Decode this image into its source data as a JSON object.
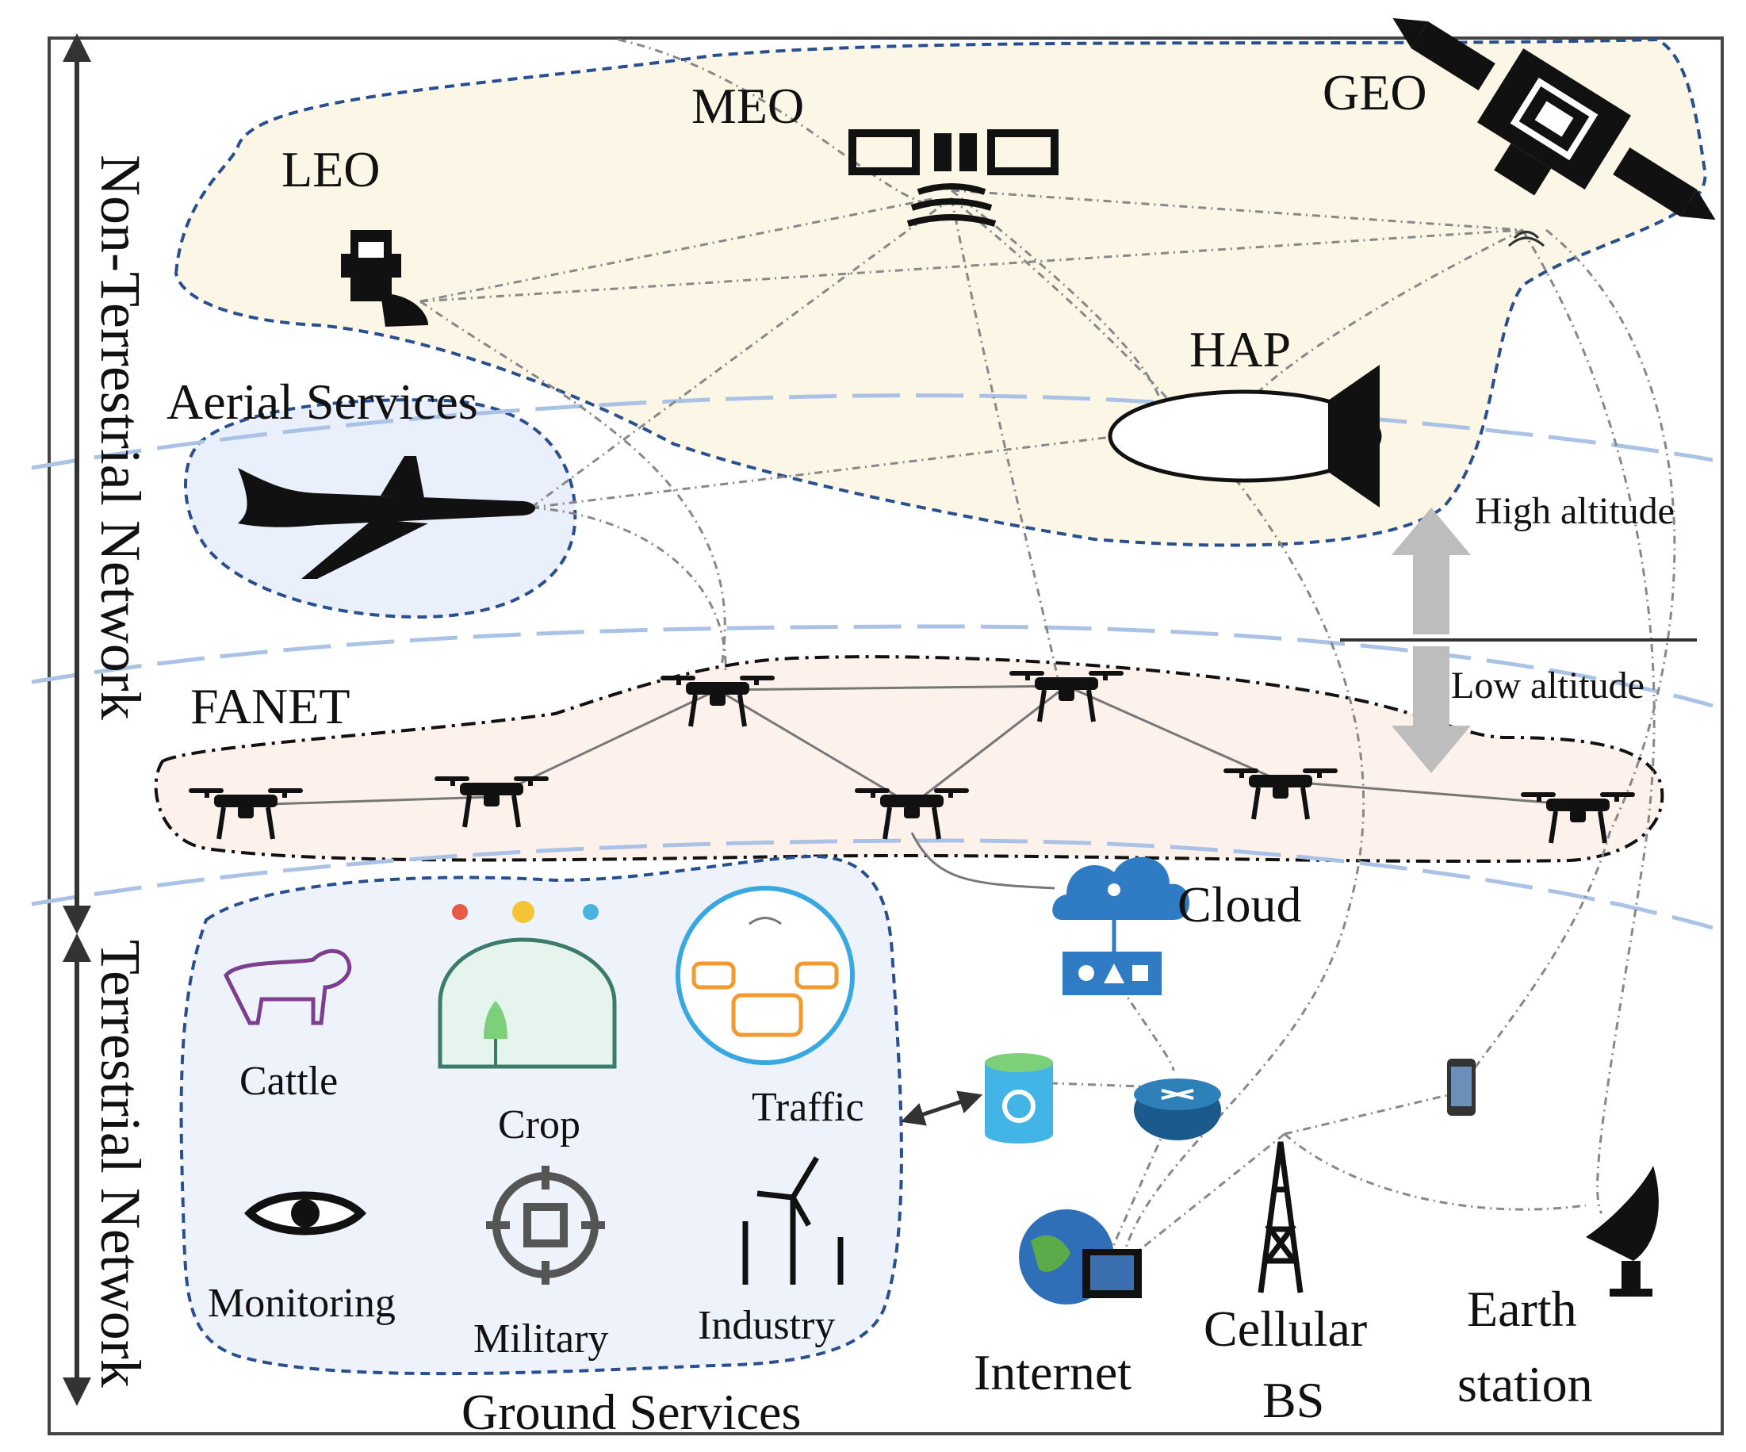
{
  "side_labels": {
    "non_terrestrial": "Non-Terrestrial Network",
    "terrestrial": "Terrestrial Network"
  },
  "space": {
    "leo": "LEO",
    "meo": "MEO",
    "geo": "GEO",
    "hap": "HAP"
  },
  "aerial": {
    "title": "Aerial Services"
  },
  "fanet": {
    "title": "FANET"
  },
  "altitude": {
    "high": "High altitude",
    "low": "Low  altitude"
  },
  "ground_services": {
    "title": "Ground Services",
    "items": {
      "cattle": "Cattle",
      "crop": "Crop",
      "traffic": "Traffic",
      "monitoring": "Monitoring",
      "military": "Military",
      "industry": "Industry"
    }
  },
  "infrastructure": {
    "cloud": "Cloud",
    "internet": "Internet",
    "cellular_line1": "Cellular",
    "cellular_line2": "BS",
    "earth_line1": "Earth",
    "earth_line2": "station"
  },
  "colors": {
    "space_region": "#fbf6e6",
    "aerial_region": "#eaf0fb",
    "fanet_region": "#fdf1ec",
    "ground_region": "#eef2fb",
    "region_border": "#2a4f8f",
    "layer_line": "#aac2e6",
    "link": "#888888",
    "cloud_blue": "#2f7cc4",
    "cattle_purple": "#7e3e8e",
    "crop_green": "#5db38a",
    "traffic_orange": "#f29a2e",
    "traffic_ring": "#3aa8e0"
  }
}
